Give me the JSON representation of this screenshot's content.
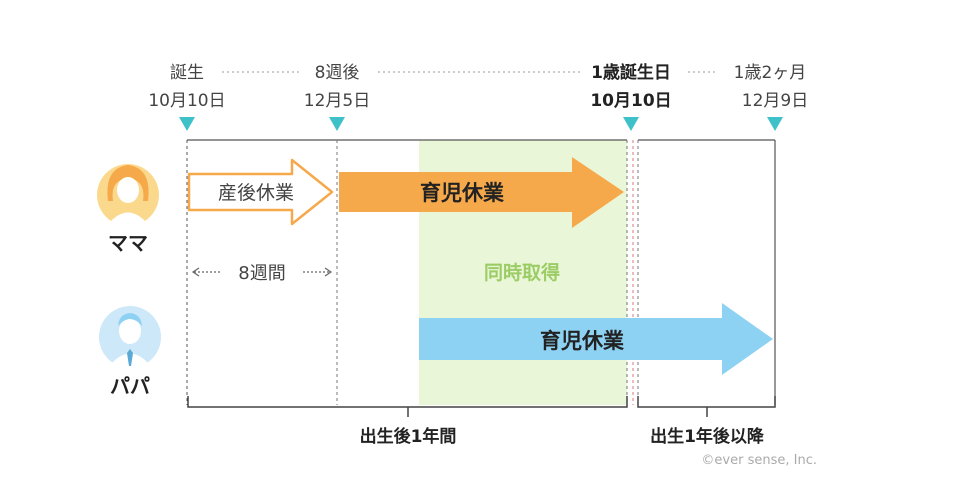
{
  "timeline": {
    "points": [
      {
        "label": "誕生",
        "date": "10月10日",
        "bold": false
      },
      {
        "label": "8週後",
        "date": "12月5日",
        "bold": false
      },
      {
        "label": "1歳誕生日",
        "date": "10月10日",
        "bold": true
      },
      {
        "label": "1歳2ヶ月",
        "date": "12月9日",
        "bold": false
      }
    ],
    "colors": {
      "marker": "#3fc1c9",
      "dotted": "#bbbbbb"
    }
  },
  "mama": {
    "label": "ママ",
    "postpartum_label": "産後休業",
    "leave_label": "育児休業",
    "span_label": "8週間",
    "colors": {
      "avatar": "#fbd98c",
      "leave": "#f6a94b",
      "postpartum": "#f6a94b"
    }
  },
  "papa": {
    "label": "パパ",
    "leave_label": "育児休業",
    "colors": {
      "avatar": "#cde8f8",
      "leave": "#8dd2f2"
    }
  },
  "overlap": {
    "label": "同時取得",
    "color": "#e9f7d8",
    "text_color": "#9ccc65"
  },
  "periods": [
    {
      "label": "出生後1年間"
    },
    {
      "label": "出生1年後以降"
    }
  ],
  "copyright": "©ever sense, Inc."
}
